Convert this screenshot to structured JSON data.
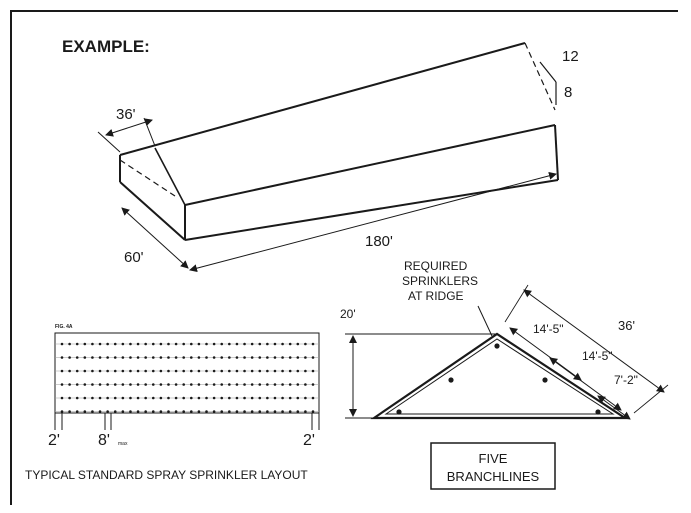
{
  "heading": "EXAMPLE:",
  "roof": {
    "slope_rise": "12",
    "slope_run": "8",
    "ridge_offset": "36'",
    "width": "60'",
    "length": "180'"
  },
  "layout_plan": {
    "fig_label": "FIG. 4A",
    "left_spacing": "2'",
    "mid_spacing": "8'",
    "mid_spacing_suffix": "max",
    "right_spacing": "2'",
    "caption": "TYPICAL STANDARD SPRAY SPRINKLER LAYOUT"
  },
  "section": {
    "ridge_note_line1": "REQUIRED",
    "ridge_note_line2": "SPRINKLERS",
    "ridge_note_line3": "AT RIDGE",
    "height": "20'",
    "slope_length": "36'",
    "seg1": "14'-5\"",
    "seg2": "14'-5\"",
    "seg3": "7'-2\"",
    "box_line1": "FIVE",
    "box_line2": "BRANCHLINES"
  }
}
